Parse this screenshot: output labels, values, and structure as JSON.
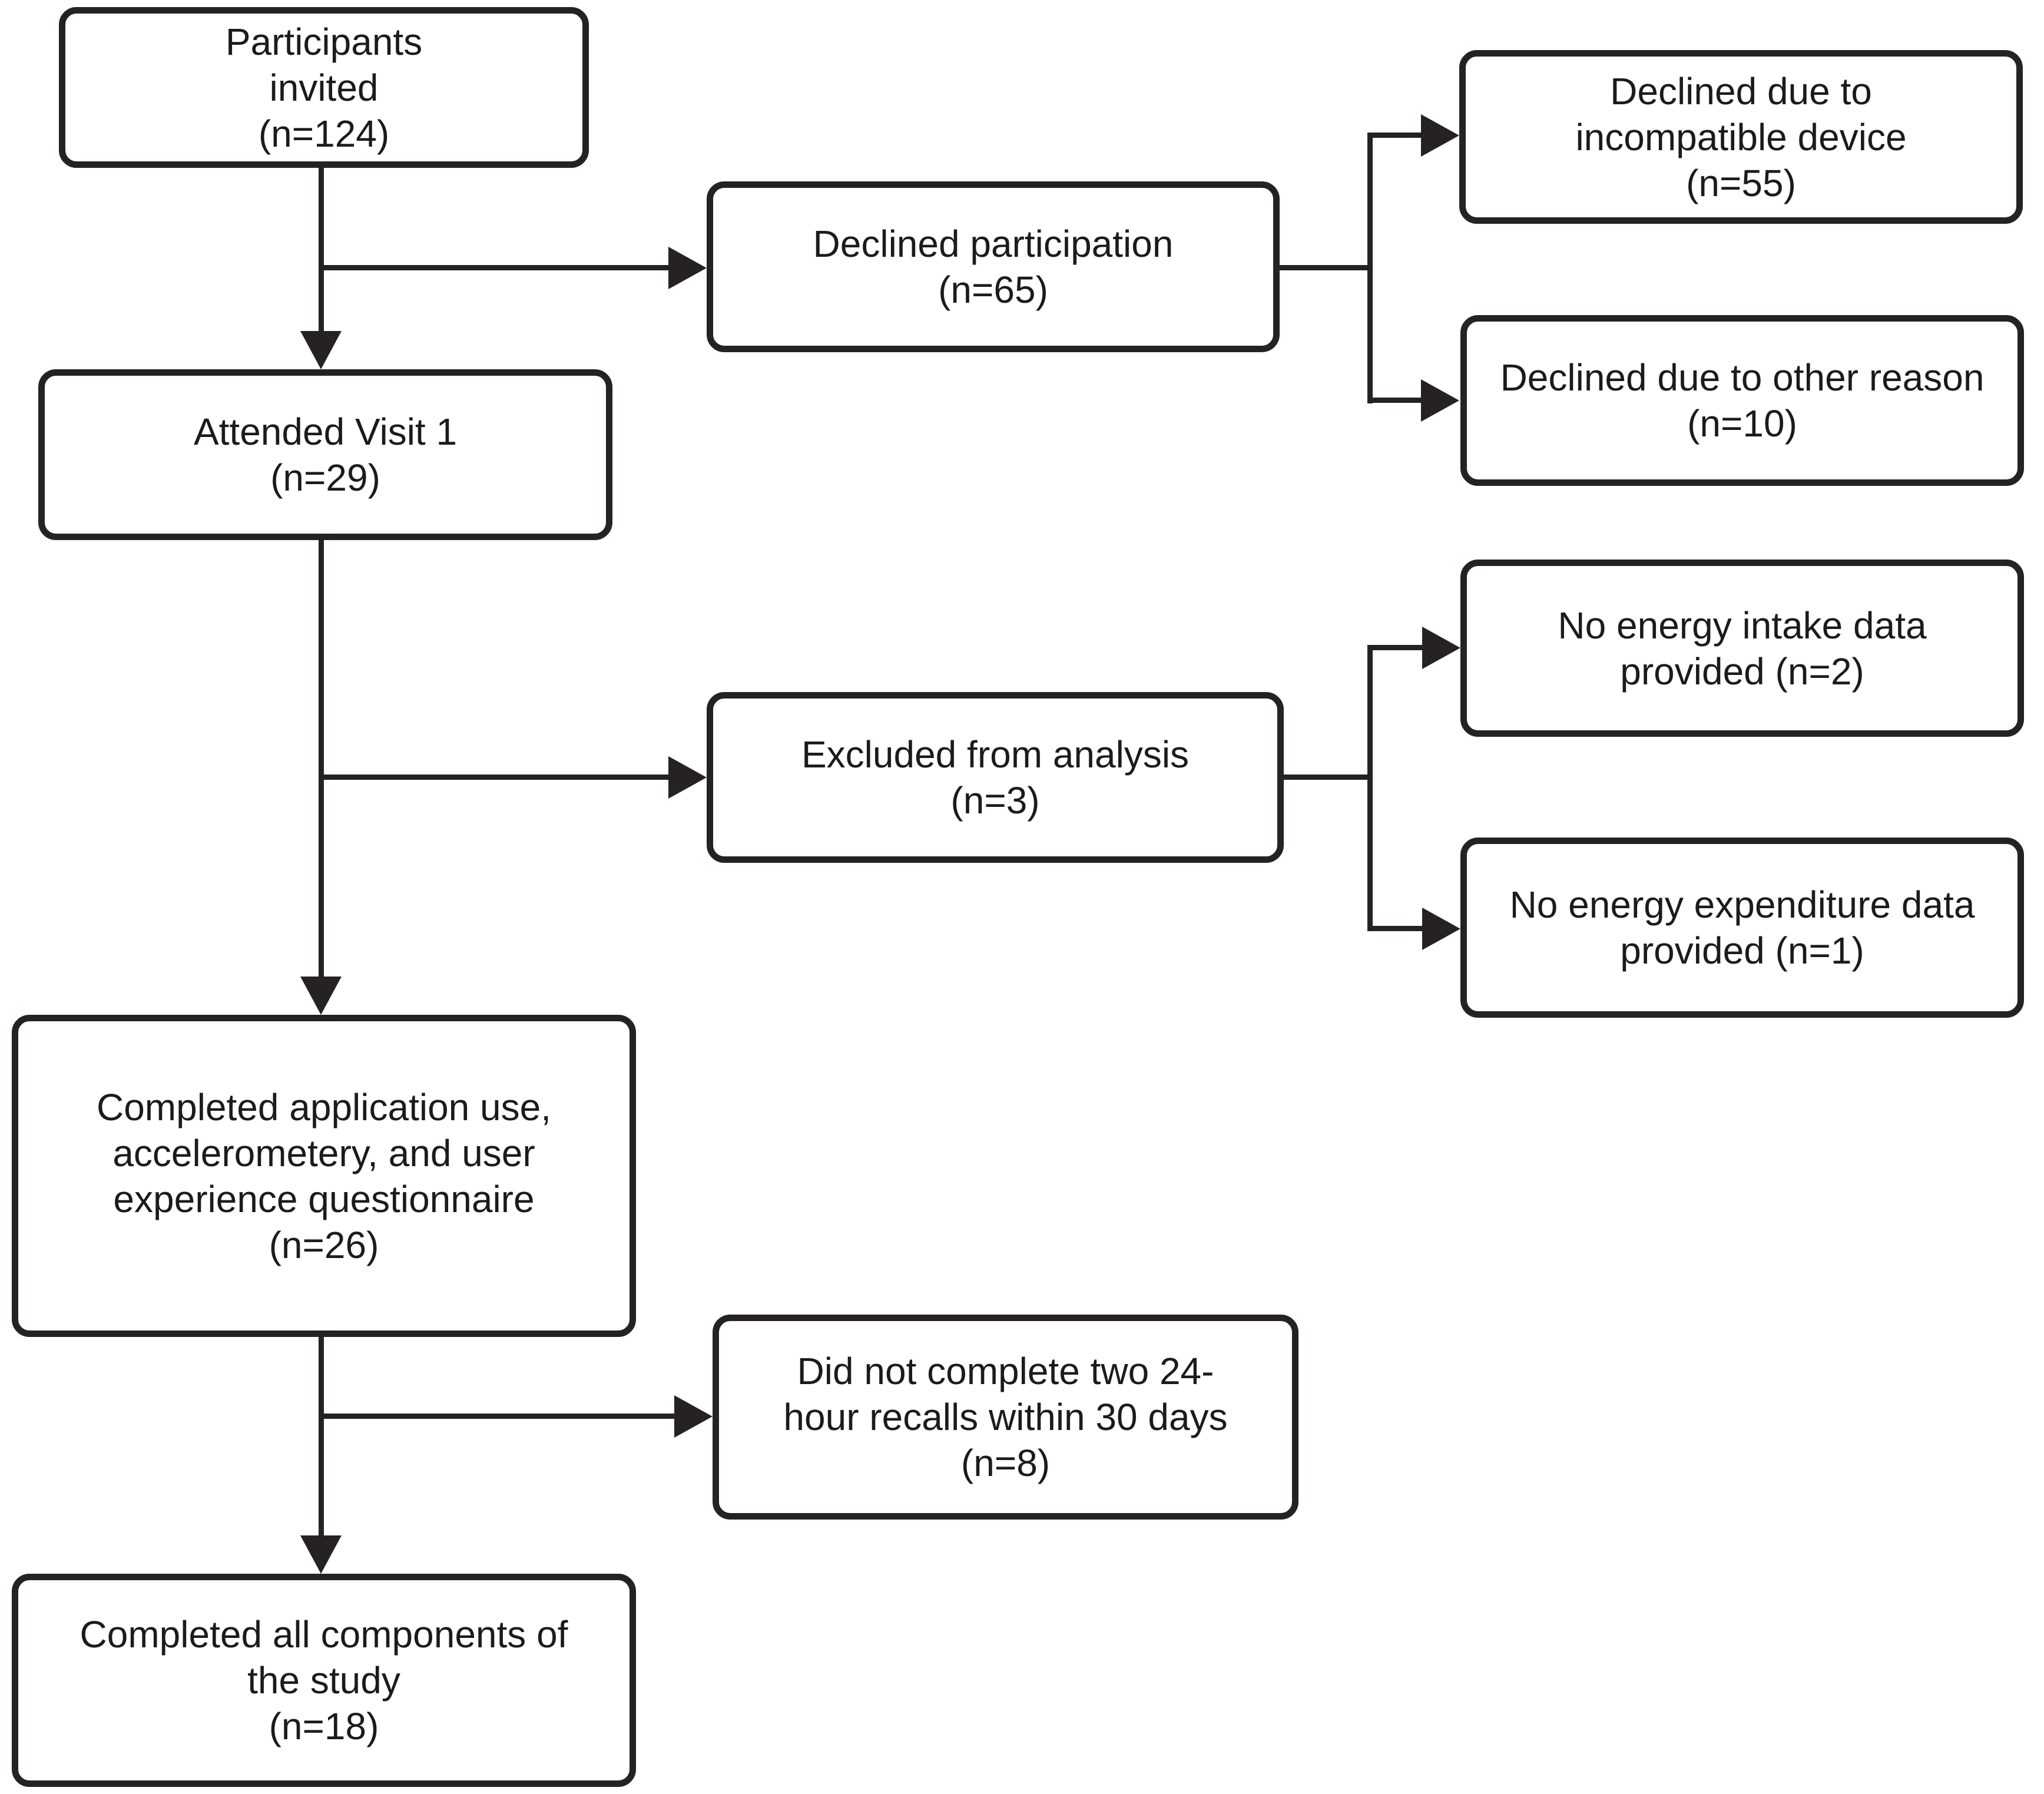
{
  "figure": {
    "type": "participant-flow-diagram",
    "background_color": "#ffffff",
    "line_color": "#262223",
    "text_color": "#1d1a1b",
    "nodes": {
      "invited": {
        "label": "Participants\ninvited\n(n=124)"
      },
      "attended": {
        "label": "Attended Visit 1\n(n=29)"
      },
      "declined": {
        "label": "Declined participation\n(n=65)"
      },
      "declined_device": {
        "label": "Declined due to\nincompatible device\n(n=55)"
      },
      "declined_other": {
        "label": "Declined due to other reason\n(n=10)"
      },
      "excluded": {
        "label": "Excluded from analysis\n(n=3)"
      },
      "no_intake": {
        "label": "No energy intake data\nprovided (n=2)"
      },
      "no_expenditure": {
        "label": "No energy expenditure data\nprovided (n=1)"
      },
      "completed_app": {
        "label": "Completed application use,\naccelerometery, and user\nexperience questionnaire\n(n=26)"
      },
      "no_recalls": {
        "label": "Did not complete two 24-\nhour recalls within 30 days\n(n=8)"
      },
      "completed_all": {
        "label": "Completed all components of\nthe study\n(n=18)"
      }
    }
  }
}
